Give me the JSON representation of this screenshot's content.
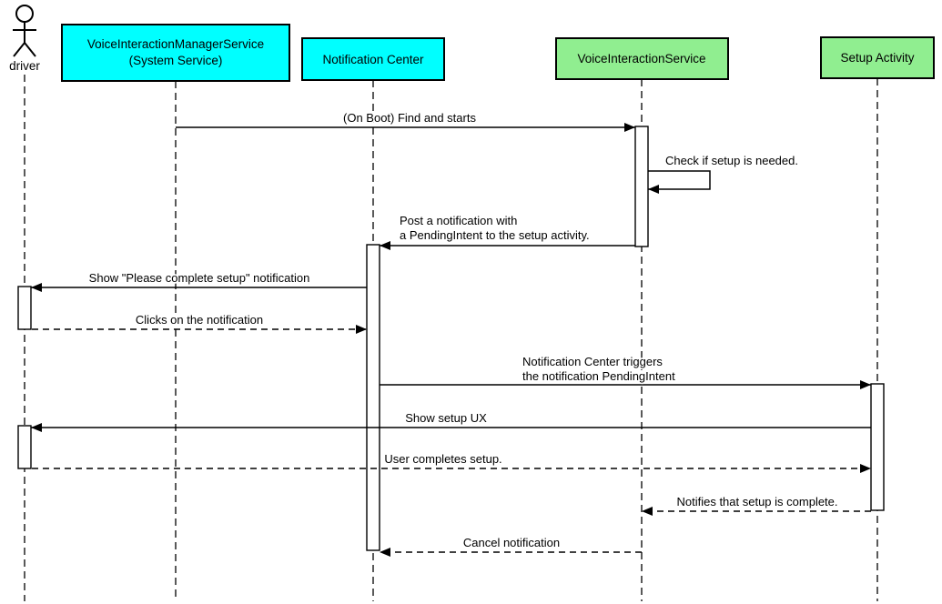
{
  "diagram": {
    "type": "uml-sequence",
    "background": "#ffffff"
  },
  "colors": {
    "participant_cyan": "#00ffff",
    "participant_green": "#90ee90",
    "stroke": "#000000",
    "activation_fill": "#ffffff"
  },
  "participants": [
    {
      "id": "driver",
      "kind": "actor",
      "label": "driver"
    },
    {
      "id": "voice-interaction-manager-service",
      "kind": "box",
      "color": "#00ffff",
      "label_lines": [
        "VoiceInteractionManagerService",
        "(System Service)"
      ]
    },
    {
      "id": "notification-center",
      "kind": "box",
      "color": "#00ffff",
      "label": "Notification Center"
    },
    {
      "id": "voice-interaction-service",
      "kind": "box",
      "color": "#90ee90",
      "label": "VoiceInteractionService"
    },
    {
      "id": "setup-activity",
      "kind": "box",
      "color": "#90ee90",
      "label": "Setup Activity"
    }
  ],
  "messages": [
    {
      "from": "voice-interaction-manager-service",
      "to": "voice-interaction-service",
      "style": "solid",
      "text": "(On Boot) Find and starts"
    },
    {
      "from": "voice-interaction-service",
      "to": "voice-interaction-service",
      "style": "solid-self",
      "text": "Check if setup is needed."
    },
    {
      "from": "voice-interaction-service",
      "to": "notification-center",
      "style": "solid",
      "text_lines": [
        "Post a notification with",
        "a PendingIntent to the setup activity."
      ]
    },
    {
      "from": "notification-center",
      "to": "driver",
      "style": "solid",
      "text": "Show \"Please complete setup\" notification"
    },
    {
      "from": "driver",
      "to": "notification-center",
      "style": "dashed",
      "text": "Clicks on the notification"
    },
    {
      "from": "notification-center",
      "to": "setup-activity",
      "style": "solid",
      "text_lines": [
        "Notification Center triggers",
        "the notification PendingIntent"
      ]
    },
    {
      "from": "setup-activity",
      "to": "driver",
      "style": "solid",
      "text": "Show setup UX"
    },
    {
      "from": "driver",
      "to": "setup-activity",
      "style": "dashed",
      "text": "User completes setup."
    },
    {
      "from": "setup-activity",
      "to": "voice-interaction-service",
      "style": "dashed",
      "text": "Notifies that setup is complete."
    },
    {
      "from": "voice-interaction-service",
      "to": "notification-center",
      "style": "dashed",
      "text": "Cancel notification"
    }
  ]
}
